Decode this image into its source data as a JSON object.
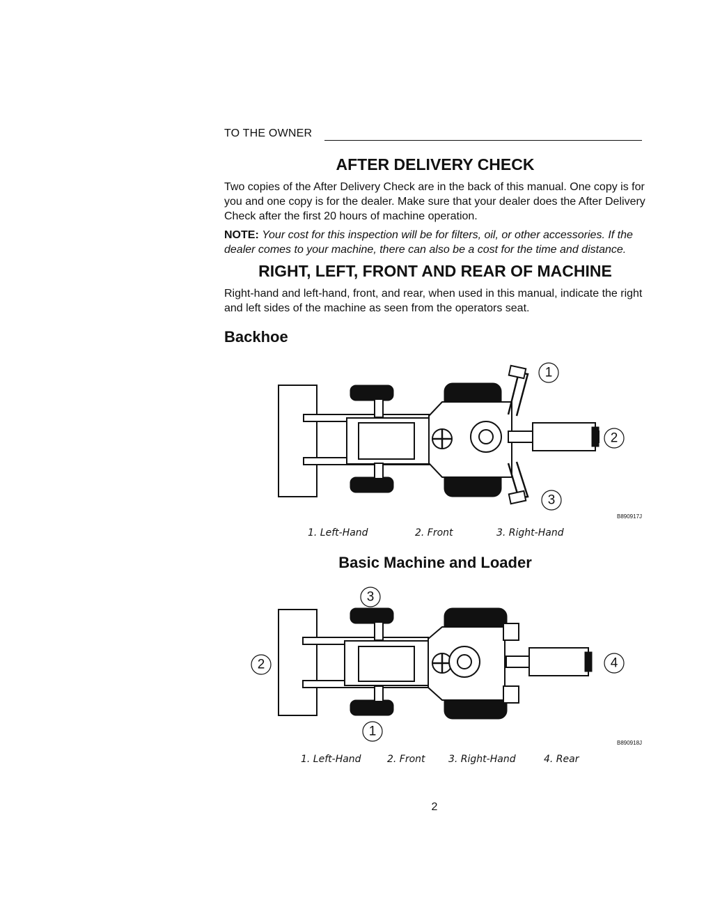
{
  "header": {
    "section_label": "TO THE OWNER"
  },
  "after_delivery": {
    "title": "AFTER DELIVERY CHECK",
    "paragraph": "Two copies of the After Delivery Check are in the back of this manual. One copy is for you and one copy is for the dealer. Make sure that your dealer does the After Delivery Check after the first 20 hours of machine operation.",
    "note_label": "NOTE:",
    "note_text": "Your cost for this inspection will be for filters, oil, or other accessories. If the dealer comes to your machine, there can also be a cost for the time and distance."
  },
  "orientation": {
    "title": "RIGHT, LEFT, FRONT AND REAR OF MACHINE",
    "paragraph": "Right-hand and left-hand, front, and rear, when used in this manual, indicate the right and left sides of the machine as seen from the operators seat."
  },
  "backhoe": {
    "heading": "Backhoe",
    "figure_id": "B890917J",
    "callouts": [
      "1",
      "2",
      "3"
    ],
    "captions": [
      "1. Left-Hand",
      "2. Front",
      "3. Right-Hand"
    ]
  },
  "loader": {
    "heading": "Basic Machine and Loader",
    "figure_id": "B890918J",
    "callouts": [
      "3",
      "2",
      "4",
      "1"
    ],
    "captions": [
      "1. Left-Hand",
      "2. Front",
      "3. Right-Hand",
      "4. Rear"
    ]
  },
  "footer": {
    "page_number": "2"
  }
}
